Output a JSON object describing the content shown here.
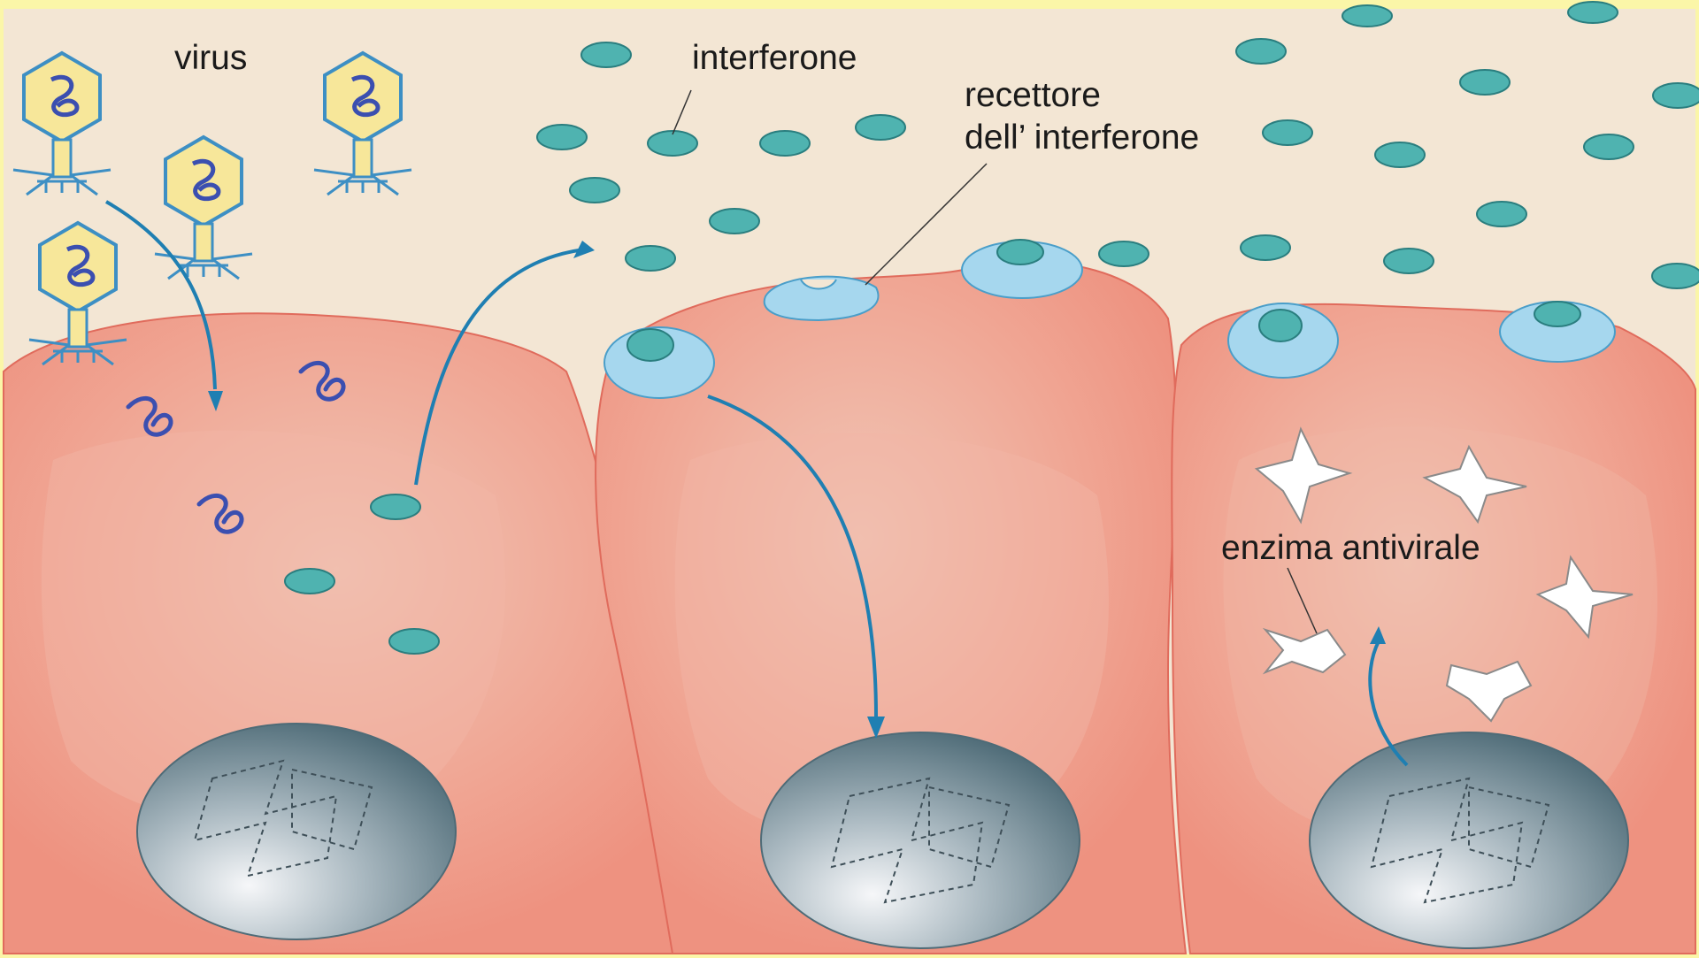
{
  "labels": {
    "virus": "virus",
    "interferon": "interferone",
    "receptor_line1": "recettore",
    "receptor_line2": "dell’ interferone",
    "enzyme": "enzima antivirale"
  },
  "colors": {
    "frame": "#fbf6a8",
    "background": "#f3e6d4",
    "cell": "#f2a08e",
    "cell_edge": "#e0685a",
    "interferon_fill": "#4fb3b0",
    "interferon_edge": "#2a7e7f",
    "receptor_fill": "#a6d7ee",
    "receptor_edge": "#4a9ec9",
    "arrow": "#1f7fb2",
    "virus_capsid": "#f7e79a",
    "virus_edge": "#3d8fc4",
    "rna": "#3b4fb0",
    "enzyme_fill": "#ffffff",
    "nucleus_dark": "#5d7a86",
    "nucleus_light": "#f4f6f8"
  },
  "icons": {
    "virus": "bacteriophage-icon",
    "interferon": "interferon-molecule",
    "receptor": "receptor-icon",
    "enzyme": "antiviral-enzyme-star",
    "nucleus": "nucleus-icon"
  }
}
